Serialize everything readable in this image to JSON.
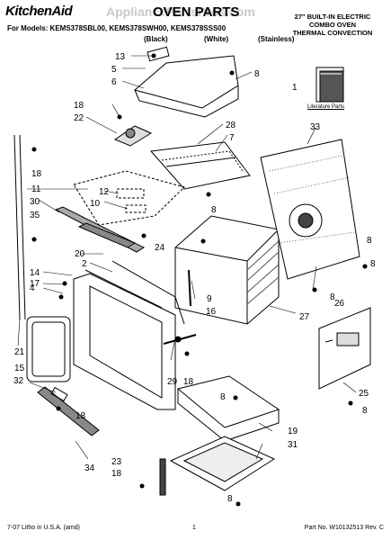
{
  "header": {
    "brand": "KitchenAid",
    "title": "OVEN PARTS",
    "watermark": "AppliancePartsPros.com",
    "models_line": "For Models: KEMS378SBL00, KEMS378SWH00, KEMS378SSS00",
    "variants": [
      "(Black)",
      "(White)",
      "(Stainless)"
    ],
    "description": [
      "27\" BUILT-IN ELECTRIC",
      "COMBO OVEN",
      "THERMAL CONVECTION"
    ]
  },
  "literature_label": "Literature Parts",
  "callouts": [
    "13",
    "5",
    "6",
    "8",
    "1",
    "18",
    "22",
    "28",
    "7",
    "33",
    "11",
    "12",
    "10",
    "8",
    "30",
    "35",
    "8",
    "20",
    "24",
    "8",
    "14",
    "2",
    "17",
    "4",
    "9",
    "16",
    "26",
    "8",
    "27",
    "21",
    "15",
    "32",
    "29",
    "18",
    "8",
    "25",
    "8",
    "18",
    "19",
    "34",
    "23",
    "31",
    "8"
  ],
  "footer": {
    "left": "7-07 Litho in U.S.A. (amd)",
    "center": "1",
    "right": "Part No. W10132513 Rev. C"
  }
}
